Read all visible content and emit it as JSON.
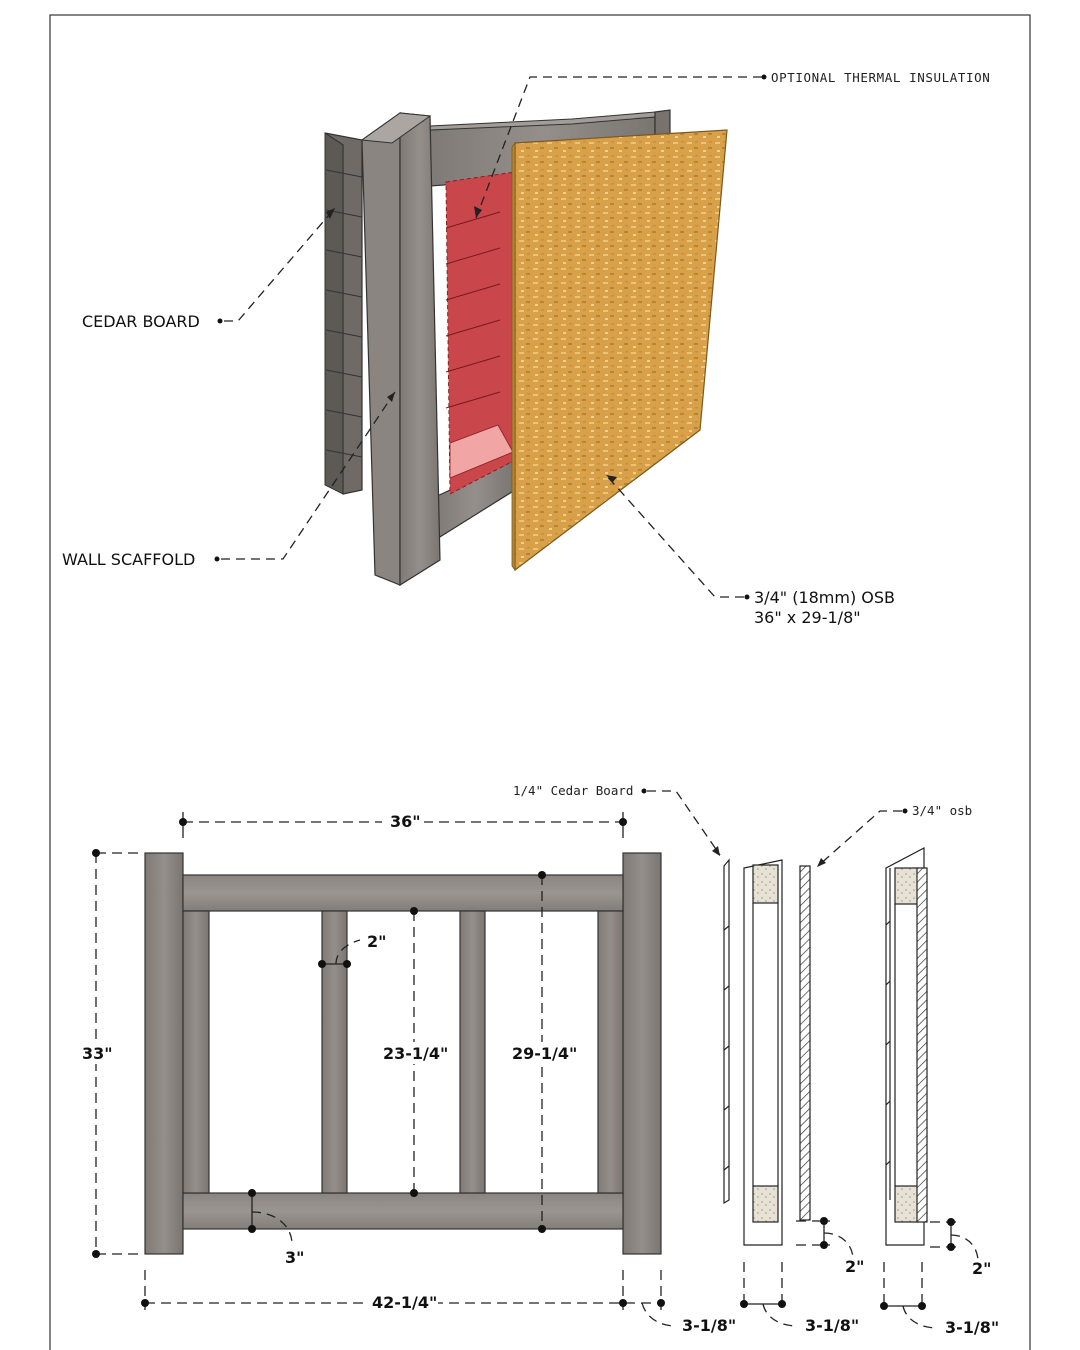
{
  "callouts": {
    "thermal_insulation": "OPTIONAL THERMAL INSULATION",
    "cedar_board": "CEDAR BOARD",
    "wall_scaffold": "WALL SCAFFOLD",
    "osb_line1": "3/4\" (18mm) OSB",
    "osb_line2": "36\" x 29-1/8\""
  },
  "section_labels": {
    "cedar_board_quarter": "1/4\" Cedar Board",
    "osb_three_quarter": "3/4\" osb"
  },
  "dimensions": {
    "top_width": "36\"",
    "overall_height": "33\"",
    "stud_width": "2\"",
    "inner_height": "23-1/4\"",
    "frame_height": "29-1/4\"",
    "rail_height": "3\"",
    "overall_width": "42-1/4\"",
    "post_depth": "3-1/8\"",
    "section_a_gap": "2\"",
    "section_a_depth": "3-1/8\"",
    "section_b_gap": "2\"",
    "section_b_depth": "3-1/8\""
  },
  "colors": {
    "wood": "#8d8884",
    "wood_dark": "#6e6a66",
    "insulation": "#c9474a",
    "osb": "#d9a04a"
  }
}
